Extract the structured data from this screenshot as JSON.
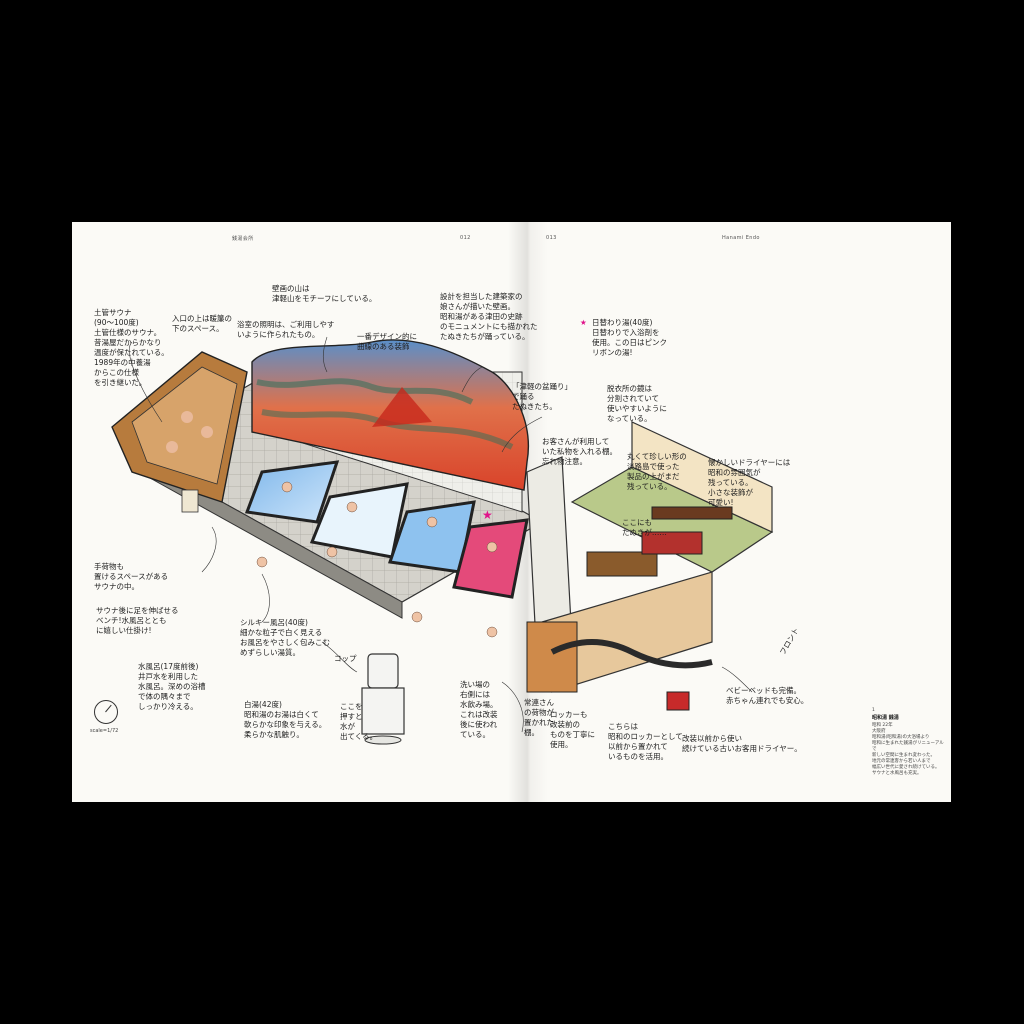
{
  "page": {
    "header_left": "銭湯会所",
    "page_left": "012",
    "page_right": "013",
    "header_right": "Hanami Endo"
  },
  "notes": {
    "sauna": "土管サウナ\n(90〜100度)\n土管仕様のサウナ。\n昔湯屋だからかなり\n温度が保たれている。\n1989年の中養湯\nからこの仕様\nを引き継いだ。",
    "wall_top": "壁画の山は\n津軽山をモチーフにしている。",
    "designer": "設計を担当した建築家の\n娘さんが描いた壁画。\n昭和湯がある津田の史跡\nのモニュメントにも描かれた\nたぬきたちが踊っている。",
    "star_bath": "日替わり湯(40度)\n日替わりで入浴剤を\n使用。この日はピンク\nリボンの湯!",
    "bench_note": "入口の上は暖簾の\n下のスペース。",
    "facility": "浴室の照明は、ご利用しやす\nいように作られたもの。",
    "curve": "一番デザイン的に\n曲線のある装飾",
    "tanuki": "「津軽の盆踊り」\nで踊る\nたぬきたち。",
    "shelf": "お客さんが利用して\nいた私物を入れる棚。\n忘れ物注意。",
    "changing": "脱衣所の鏡は\n分割されていて\n使いやすいように\nなっている。",
    "vending": "丸くて珍しい形の\n淡路島で使った\n製品の上がまだ\n残っている。",
    "dryer": "懐かしいドライヤーには\n昭和の雰囲気が\n残っている。\n小さな装飾が\n可愛い!",
    "ceiling": "ここにも\nたぬきが……",
    "baggage": "手荷物も\n置けるスペースがある\nサウナの中。",
    "bench": "サウナ後に足を伸ばせる\nベンチ!水風呂ととも\nに嬉しい仕掛け!",
    "silk": "シルキー風呂(40度)\n細かな粒子で白く見える\nお風呂をやさしく包みこむ\nめずらしい湯質。",
    "mizuburo": "水風呂(17度前後)\n井戸水を利用した\n水風呂。深めの浴槽\nで体の隅々まで\nしっかり冷える。",
    "cup": "コップ",
    "faucet": "ここを\n押すと\n水が\n出てくる。",
    "hot": "白湯(42度)\n昭和湯のお湯は白くて\n軟らかな印象を与える。\n柔らかな肌触り。",
    "water": "洗い場の\n右側には\n水飲み場。\nこれは改装\n後に使われ\nている。",
    "tub": "常連さん\nの荷物が\n置かれた\n棚。",
    "locker": "ロッカーも\n改装前の\nものを丁寧に\n使用。",
    "locker2": "こちらは\n昭和のロッカーとして\n以前から置かれて\nいるものを活用。",
    "bed": "ベビーベッドも完備。\n赤ちゃん連れでも安心。",
    "old_dryer": "改装以前から使い\n続けている古いお客用ドライヤー。",
    "front": "フロント"
  },
  "scale": {
    "label": "scale=1/72"
  },
  "caption": {
    "number": "1",
    "title": "昭和湯 銭湯",
    "lines": [
      "昭和 22年",
      "大阪府",
      "昭和湯(昭和湯)の大浴場より",
      "",
      "昭和に生まれた銭湯がリニューアルで",
      "新しい空間に生まれ変わった。",
      "地元の常連客から若い人まで",
      "幅広い世代に愛され続けている。",
      "サウナと水風呂も充実。"
    ]
  },
  "colors": {
    "page": "#fbfaf6",
    "ink": "#1e1e1e",
    "star": "#e0138a",
    "mural_red": "#d9432a",
    "tile": "#cfcdc6"
  }
}
